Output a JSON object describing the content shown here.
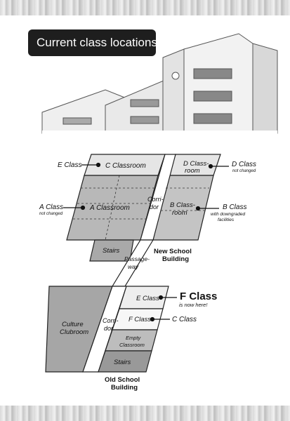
{
  "title": "Current class locations",
  "rooms": {
    "c_classroom": "C Classroom",
    "d_classroom_1": "D Class-",
    "d_classroom_2": "room",
    "a_classroom": "A Classroom",
    "b_classroom_1": "B Class-",
    "b_classroom_2": "room",
    "stairs_new": "Stairs",
    "corridor_new_1": "Corri-",
    "corridor_new_2": "dor",
    "passageway_1": "Passage-",
    "passageway_2": "way",
    "e_class_old": "E Class",
    "f_class_old": "F Class",
    "empty_1": "Empty",
    "empty_2": "Classroom",
    "stairs_old": "Stairs",
    "culture_1": "Culture",
    "culture_2": "Clubroom",
    "corridor_old_1": "Corri-",
    "corridor_old_2": "dor"
  },
  "buildings": {
    "new_1": "New School",
    "new_2": "Building",
    "old_1": "Old School",
    "old_2": "Building"
  },
  "callouts": {
    "e_class": "E Class",
    "d_class": "D Class",
    "d_class_note": "not changed",
    "a_class": "A Class",
    "a_class_note": "not changed",
    "b_class": "B Class",
    "b_class_note_1": "with downgraded",
    "b_class_note_2": "facilities",
    "f_class": "F Class",
    "f_class_note": "is now here!",
    "c_class": "C Class"
  }
}
